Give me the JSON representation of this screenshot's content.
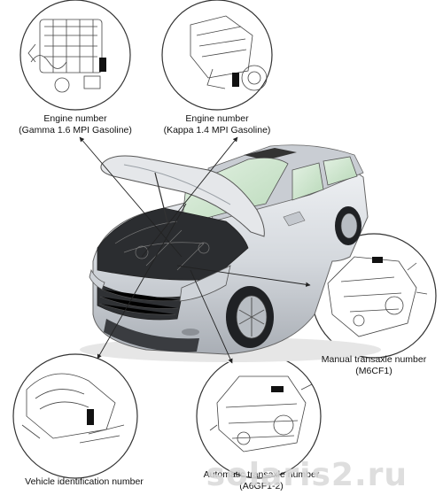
{
  "labels": {
    "engine_gamma": {
      "line1": "Engine number",
      "line2": "(Gamma 1.6 MPI Gasoline)"
    },
    "engine_kappa": {
      "line1": "Engine number",
      "line2": "(Kappa 1.4 MPI Gasoline)"
    },
    "manual_transaxle": {
      "line1": "Manual transaxle number",
      "line2": "(M6CF1)"
    },
    "automatic_transaxle": {
      "line1": "Automatic transaxle number",
      "line2": "(A6GF1-2)"
    },
    "vin": {
      "line1": "Vehicle identification number"
    }
  },
  "watermark": "solaris2.ru",
  "icons": {
    "engine_gamma": "engine-line-drawing-icon",
    "engine_kappa": "engine-line-drawing-icon",
    "manual_transaxle": "transaxle-line-drawing-icon",
    "automatic_transaxle": "transaxle-line-drawing-icon",
    "vin": "seat-floor-line-drawing-icon",
    "car": "sedan-open-hood-icon"
  },
  "colors": {
    "car_body": "#d7dadf",
    "glass": "#cfe7cf",
    "line": "#222222"
  }
}
